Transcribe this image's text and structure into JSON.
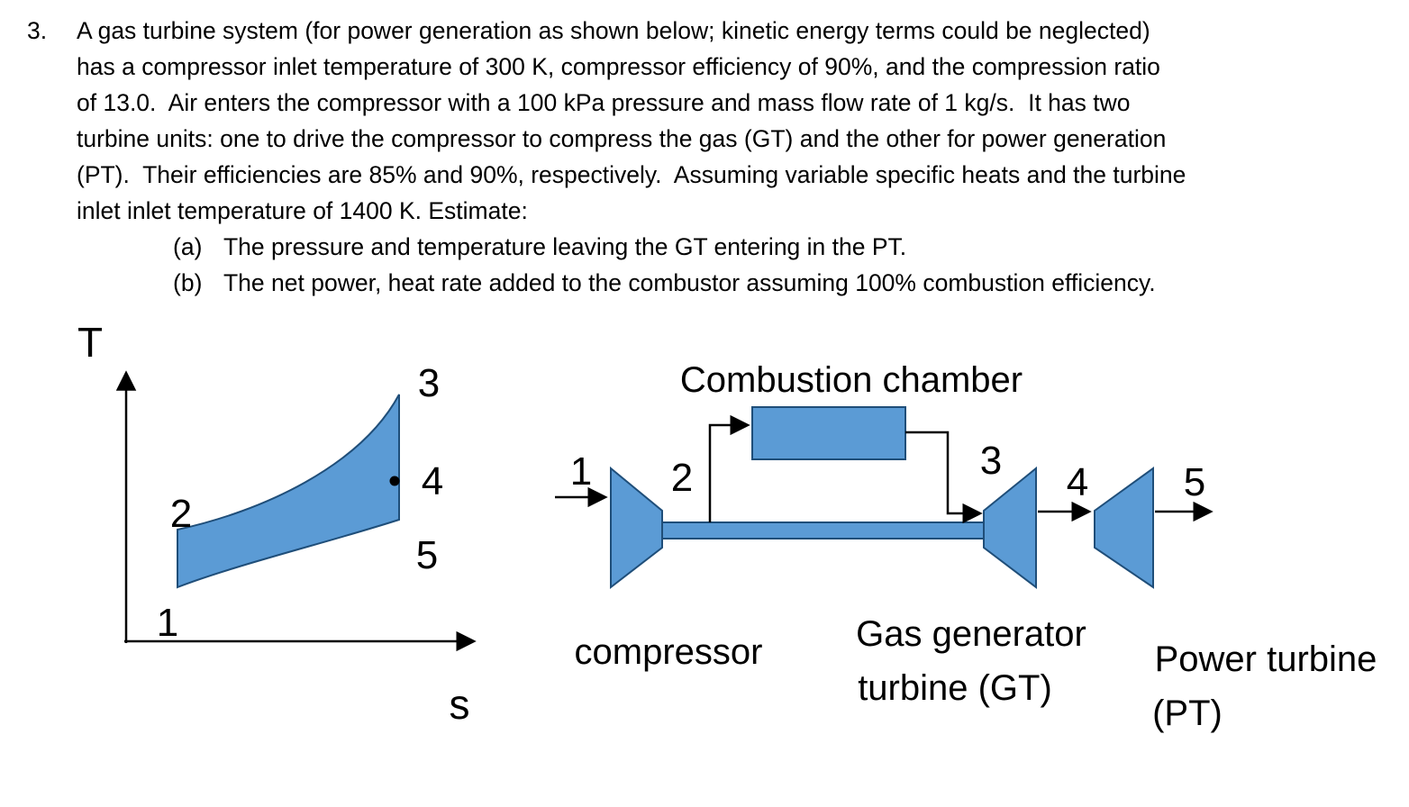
{
  "problem": {
    "number": "3.",
    "body_lines": [
      "A gas turbine system (for power generation as shown below; kinetic energy terms could be neglected)",
      "has a compressor inlet temperature of 300 K, compressor efficiency of 90%, and the compression ratio",
      "of 13.0.  Air enters the compressor with a 100 kPa pressure and mass flow rate of 1 kg/s.  It has two",
      "turbine units: one to drive the compressor to compress the gas (GT) and the other for power generation",
      "(PT).  Their efficiencies are 85% and 90%, respectively.  Assuming variable specific heats and the turbine",
      "inlet inlet temperature of 1400 K. Estimate:"
    ],
    "item_a_label": "(a)",
    "item_a_text": "The pressure and temperature leaving the GT entering in the PT.",
    "item_b_label": "(b)",
    "item_b_text": "The net power, heat rate added to the combustor assuming 100% combustion efficiency."
  },
  "ts": {
    "t_axis": "T",
    "s_axis": "s",
    "p1": "1",
    "p2": "2",
    "p3": "3",
    "p4": "4",
    "p5": "5"
  },
  "schematic": {
    "combustion_chamber_label": "Combustion chamber",
    "compressor_label": "compressor",
    "gt_label_line1": "Gas generator",
    "gt_label_line2": "turbine (GT)",
    "pt_label_line1": "Power turbine",
    "pt_label_line2": "(PT)",
    "s1": "1",
    "s2": "2",
    "s3": "3",
    "s4": "4",
    "s5": "5"
  },
  "colors": {
    "shape_fill": "#5b9bd5",
    "shape_stroke": "#1f4e79",
    "ink": "#000000",
    "background": "#ffffff"
  }
}
